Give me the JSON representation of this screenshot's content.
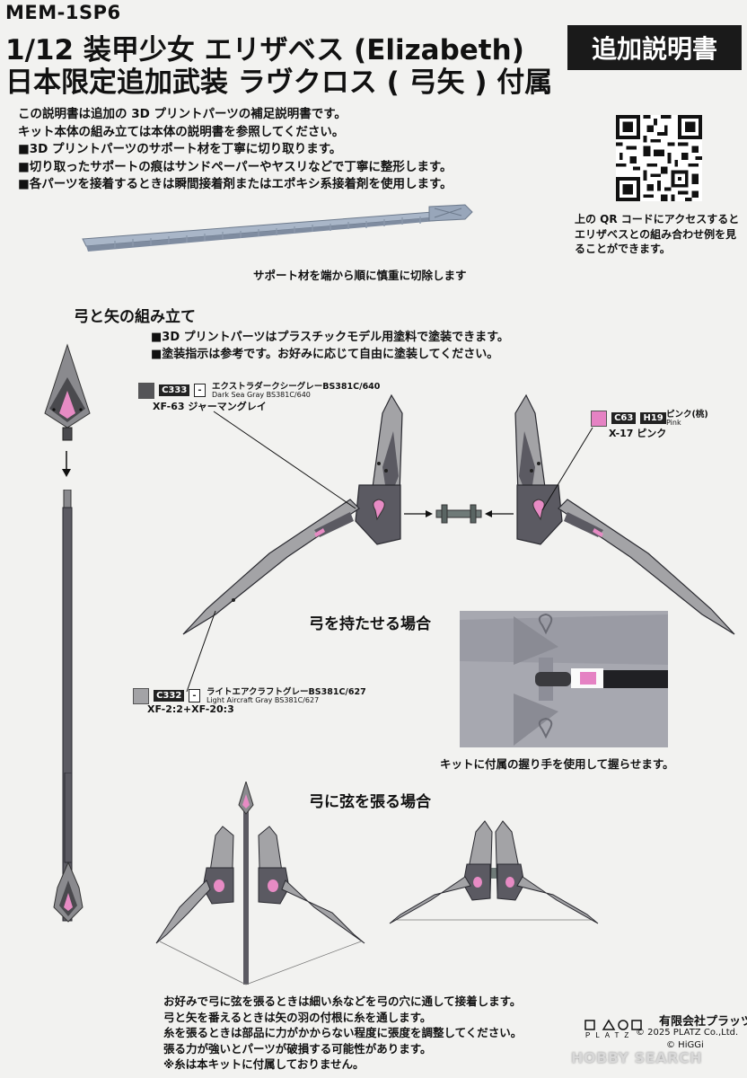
{
  "header": {
    "code": "MEM-1SP6",
    "title_line1": "1/12 装甲少女 エリザベス (Elizabeth)",
    "title_line2": "日本限定追加武装 ラヴクロス ( 弓矢 ) 付属",
    "badge": "追加説明書"
  },
  "intro": [
    "この説明書は追加の 3D プリントパーツの補足説明書です。",
    "キット本体の組み立ては本体の説明書を参照してください。",
    "■3D プリントパーツのサポート材を丁寧に切り取ります。",
    "■切り取ったサポートの痕はサンドペーパーやヤスリなどで丁寧に整形します。",
    "■各パーツを接着するときは瞬間接着剤またはエポキシ系接着剤を使用します。"
  ],
  "qr_note": [
    "上の QR コードにアクセスすると",
    "エリザベスとの組み合わせ例を見",
    "ることができます。"
  ],
  "support_caption": "サポート材を端から順に慎重に切除します",
  "section_assembly": "弓と矢の組み立て",
  "paint_notes": [
    "■3D プリントパーツはプラスチックモデル用塗料で塗装できます。",
    "■塗装指示は参考です。お好みに応じて自由に塗装してください。"
  ],
  "colors": {
    "dark_gray": {
      "swatch": "#555558",
      "code": "C333",
      "code2": "-",
      "name_jp": "エクストラダークシーグレーBS381C/640",
      "name_en": "Dark Sea Gray BS381C/640",
      "mix": "XF-63 ジャーマングレイ"
    },
    "pink": {
      "swatch": "#e582c3",
      "code": "C63",
      "code2": "H19",
      "name_jp": "ピンク(桃)",
      "name_en": "Pink",
      "mix": "X-17 ピンク"
    },
    "light_gray": {
      "swatch": "#a3a3a6",
      "code": "C332",
      "code2": "-",
      "name_jp": "ライトエアクラフトグレーBS381C/627",
      "name_en": "Light Aircraft Gray BS381C/627",
      "mix": "XF-2:2+XF-20:3"
    }
  },
  "section_hold": "弓を持たせる場合",
  "hold_caption": "キットに付属の握り手を使用して握らせます。",
  "section_string": "弓に弦を張る場合",
  "bottom_notes": [
    "お好みで弓に弦を張るときは細い糸などを弓の穴に通して接着します。",
    "弓と矢を番えるときは矢の羽の付根に糸を通します。",
    "糸を張るときは部品に力がかからない程度に張度を調整してください。",
    "張る力が強いとパーツが破損する可能性があります。",
    "※糸は本キットに付属しておりません。"
  ],
  "footer": {
    "logo_text": "PLATZ",
    "company": "有限会社プラッツ",
    "copyright": "© 2025 PLATZ Co.,Ltd.",
    "licensor": "© HiGGi",
    "watermark": "HOBBY SEARCH"
  }
}
